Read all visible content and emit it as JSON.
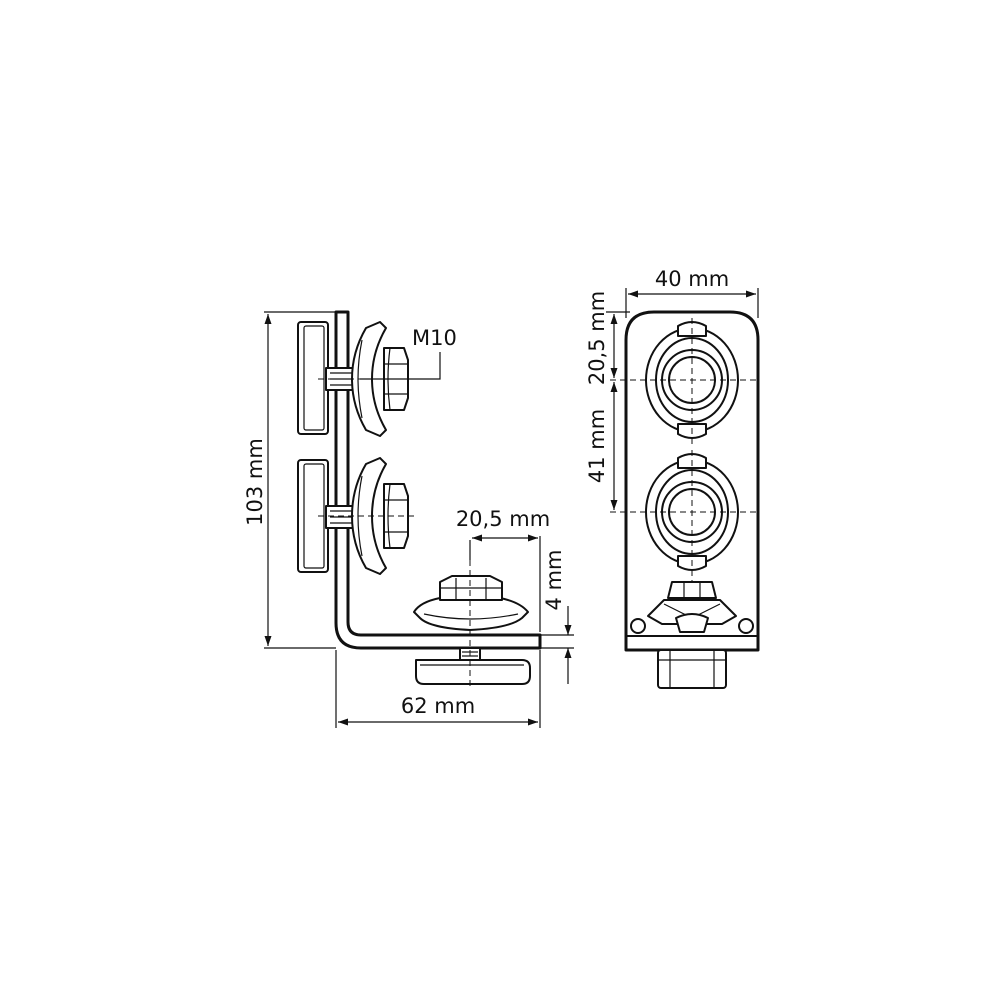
{
  "labels": {
    "thread": "M10",
    "height_total": "103 mm",
    "width_base": "62 mm",
    "hole_offset_base": "20,5 mm",
    "thickness": "4 mm",
    "width_front": "40 mm",
    "hole_offset_top": "20,5 mm",
    "hole_spacing": "41 mm"
  }
}
